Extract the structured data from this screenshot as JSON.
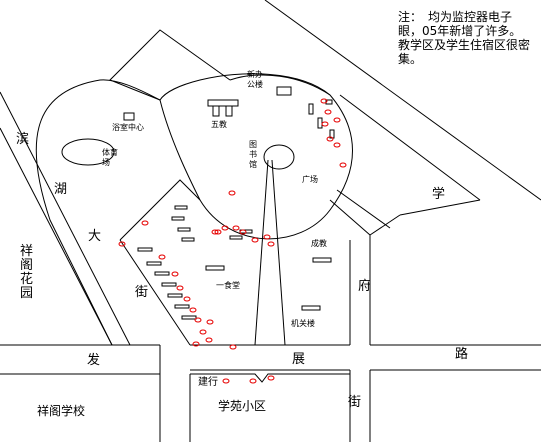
{
  "note": "注：　均为监控器电子眼，05年新增了许多。教学区及学生住宿区很密集。",
  "labels": {
    "bin": "滨",
    "hu": "湖",
    "da": "大",
    "jie1": "街",
    "xiangge_huayuan": "祥阁花园",
    "fa": "发",
    "zhan": "展",
    "lu": "路",
    "xue": "学",
    "fu": "府",
    "jie2": "街",
    "xiangge_school": "祥阁学校",
    "xueyuan": "学苑小区",
    "jianxing": "建行",
    "yushi": "浴室中心",
    "tiyuchang": "体育场",
    "wujiao": "五教",
    "xinban": "新办公楼",
    "tushuguan": "图书馆",
    "guangchang": "广场",
    "chengjiao": "成教",
    "yishitang": "一食堂",
    "jiguan": "机关楼"
  },
  "colors": {
    "camera": "#e60000",
    "line": "#000000"
  }
}
